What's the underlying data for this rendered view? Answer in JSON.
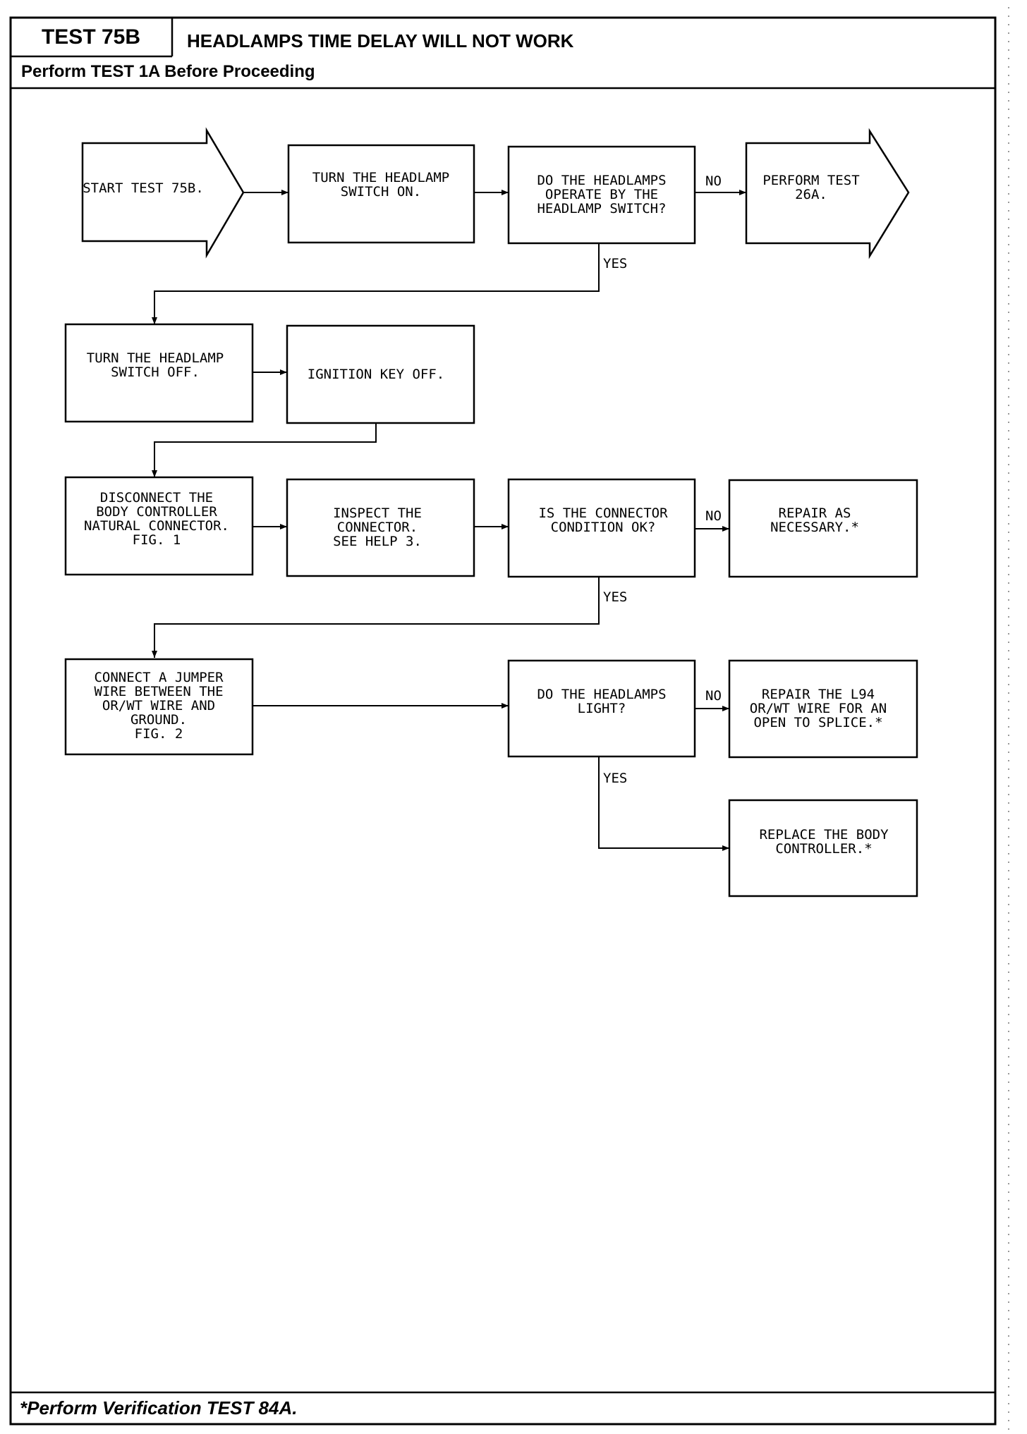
{
  "header": {
    "test_id": "TEST 75B",
    "title": "HEADLAMPS TIME DELAY WILL NOT WORK",
    "prerequisite": "Perform TEST 1A Before Proceeding"
  },
  "footer": {
    "note": "*Perform Verification TEST 84A."
  },
  "edge_labels": {
    "no": "NO",
    "yes": "YES"
  },
  "nodes": {
    "start": {
      "lines": [
        "START TEST 75B."
      ]
    },
    "switch_on": {
      "lines": [
        "TURN THE HEADLAMP",
        "SWITCH ON."
      ]
    },
    "q_switch_operate": {
      "lines": [
        "DO THE HEADLAMPS",
        "OPERATE BY THE",
        "HEADLAMP SWITCH?"
      ]
    },
    "perform_26a": {
      "lines": [
        "PERFORM TEST",
        "26A."
      ]
    },
    "switch_off": {
      "lines": [
        "TURN THE HEADLAMP",
        "SWITCH OFF."
      ]
    },
    "ignition_off": {
      "lines": [
        "IGNITION KEY OFF."
      ]
    },
    "disconnect": {
      "lines": [
        "DISCONNECT THE",
        "BODY CONTROLLER",
        "NATURAL CONNECTOR.",
        "",
        "FIG. 1"
      ]
    },
    "inspect": {
      "lines": [
        "INSPECT THE",
        "CONNECTOR.",
        "SEE HELP 3."
      ]
    },
    "q_connector_ok": {
      "lines": [
        "IS THE CONNECTOR",
        "CONDITION OK?"
      ]
    },
    "repair_necessary": {
      "lines": [
        "REPAIR AS",
        "NECESSARY.*"
      ]
    },
    "jumper": {
      "lines": [
        "CONNECT A JUMPER",
        "WIRE BETWEEN THE",
        "OR/WT WIRE AND",
        "GROUND.",
        "FIG. 2"
      ]
    },
    "q_headlamps_light": {
      "lines": [
        "DO THE HEADLAMPS",
        "LIGHT?"
      ]
    },
    "repair_l94": {
      "lines": [
        "REPAIR THE L94",
        "OR/WT WIRE FOR AN",
        "OPEN TO SPLICE.*"
      ]
    },
    "replace_bc": {
      "lines": [
        "REPLACE THE BODY",
        "CONTROLLER.*"
      ]
    }
  }
}
